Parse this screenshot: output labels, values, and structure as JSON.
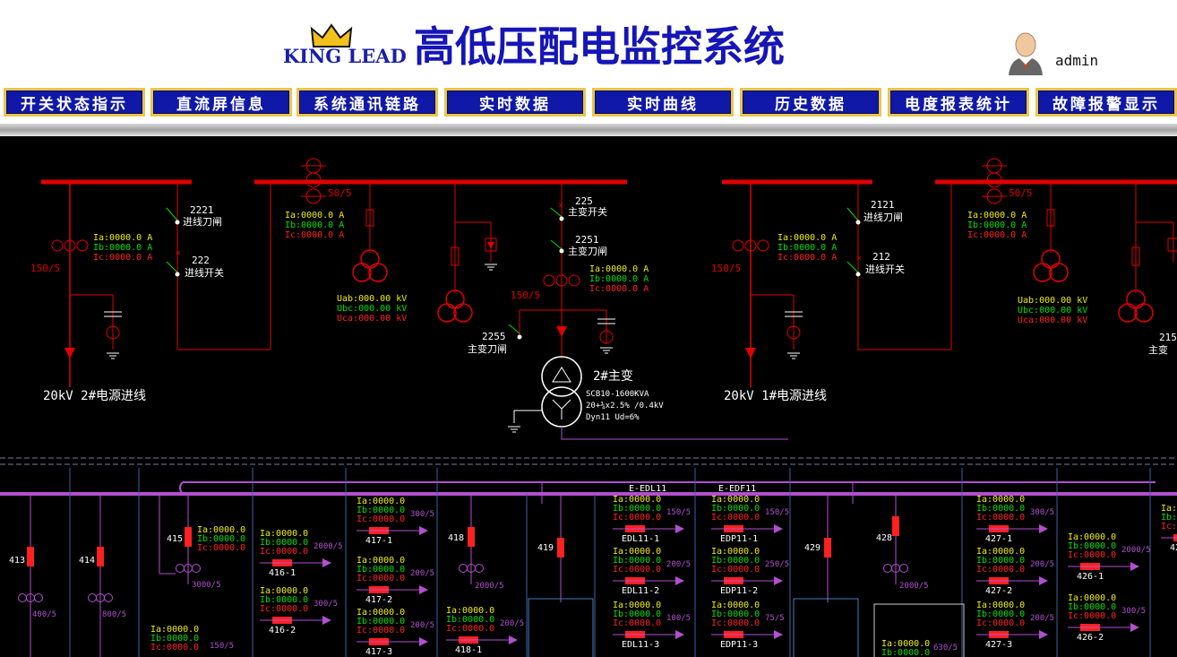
{
  "header": {
    "logo_text": "KING LEAD",
    "title": "高低压配电监控系统",
    "username": "admin"
  },
  "nav": [
    {
      "label": "开关状态指示"
    },
    {
      "label": "直流屏信息"
    },
    {
      "label": "系统通讯链路"
    },
    {
      "label": "实时数据"
    },
    {
      "label": "实时曲线"
    },
    {
      "label": "历史数据"
    },
    {
      "label": "电度报表统计"
    },
    {
      "label": "故障报警显示"
    }
  ],
  "colors": {
    "nav_bg": "#1018a8",
    "nav_border": "#e8c64a",
    "line_red": "#e00000",
    "bus_purple": "#b24fd0",
    "ia_color": "#f0f000",
    "ib_color": "#00e000",
    "ic_color": "#ff2020"
  },
  "hv": {
    "left_incoming": "20kV 2#电源进线",
    "right_incoming": "20kV 1#电源进线",
    "ct_150": "150/5",
    "ct_50": "50/5",
    "ia": "Ia:0000.0 A",
    "ib": "Ib:0000.0 A",
    "ic": "Ic:0000.0 A",
    "uab": "Uab:000.00 kV",
    "ubc": "Ubc:000.00 kV",
    "uca": "Uca:000.00 kV",
    "sw_2221": "2221",
    "sw_2221_label": "进线刀闸",
    "sw_222": "222",
    "sw_222_label": "进线开关",
    "sw_225": "225",
    "sw_225_label": "主变开关",
    "sw_2251": "2251",
    "sw_2251_label": "主变刀闸",
    "sw_2255": "2255",
    "sw_2255_label": "主变刀闸",
    "sw_2121": "2121",
    "sw_2121_label": "进线刀闸",
    "sw_212": "212",
    "sw_212_label": "进线开关",
    "sw_215": "215",
    "sw_215_label": "主变",
    "transformer_name": "2#主变",
    "transformer_model": "SCB10-1600KVA",
    "transformer_ratio": "20+¾x2.5% /0.4kV",
    "transformer_conn": "Dyn11 Ud=6%"
  },
  "lv": {
    "bus_left_label": "E-EDL11",
    "bus_right_label": "E-EDF11",
    "ia": "Ia:0000.0",
    "ib": "Ib:0000.0",
    "ic": "Ic:0000.0",
    "feeders": [
      {
        "id": "413",
        "ct": "400/5"
      },
      {
        "id": "414",
        "ct": "800/5"
      },
      {
        "id": "415",
        "ct": "3000/5"
      },
      {
        "id": "418",
        "ct": "2000/5"
      },
      {
        "id": "419",
        "ct": ""
      },
      {
        "id": "429",
        "ct": ""
      },
      {
        "id": "428",
        "ct": "2000/5"
      }
    ],
    "branches": [
      {
        "id": "416-1",
        "ct": "2000/5"
      },
      {
        "id": "416-2",
        "ct": "300/5"
      },
      {
        "id": "417-1",
        "ct": "300/5"
      },
      {
        "id": "417-2",
        "ct": "200/5"
      },
      {
        "id": "417-3",
        "ct": "200/5"
      },
      {
        "id": "418-1",
        "ct": "200/5"
      },
      {
        "id": "EDL11-1",
        "ct": "150/5"
      },
      {
        "id": "EDL11-2",
        "ct": "200/5"
      },
      {
        "id": "EDL11-3",
        "ct": "100/5"
      },
      {
        "id": "EDP11-1",
        "ct": "150/5"
      },
      {
        "id": "EDP11-2",
        "ct": "250/5"
      },
      {
        "id": "EDP11-3",
        "ct": "75/5"
      },
      {
        "id": "427-1",
        "ct": "300/5"
      },
      {
        "id": "427-2",
        "ct": "200/5"
      },
      {
        "id": "427-3",
        "ct": "200/5"
      },
      {
        "id": "426-1",
        "ct": "2000/5"
      },
      {
        "id": "426-2",
        "ct": "300/5"
      },
      {
        "id": "42",
        "ct": ""
      }
    ],
    "misc_ct_150": "150/5",
    "misc_ct_630": "630/5"
  }
}
